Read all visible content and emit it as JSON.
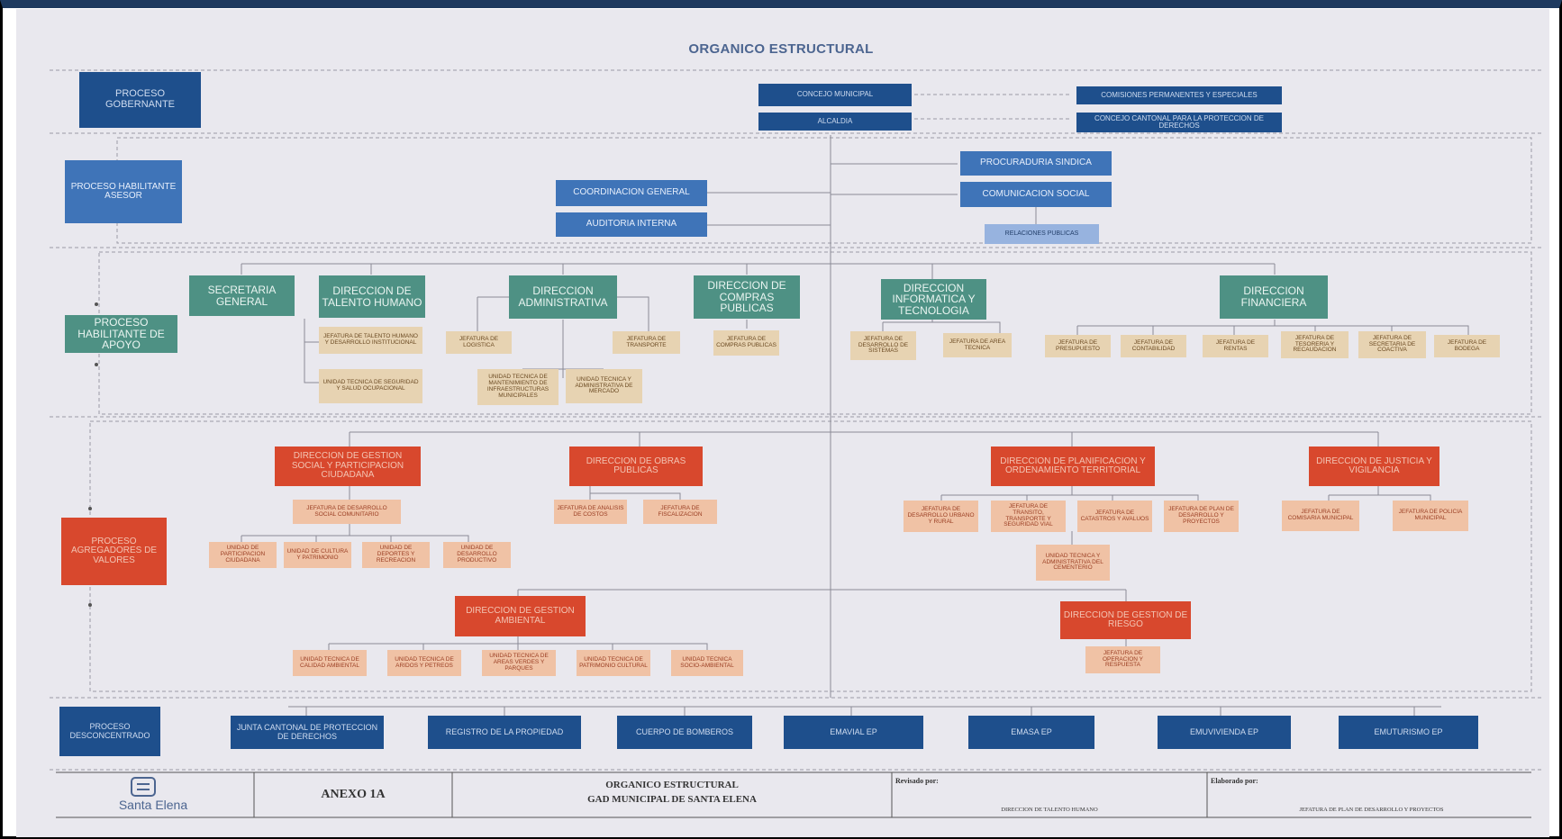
{
  "title": "ORGANICO ESTRUCTURAL",
  "processes": {
    "gobernante": "PROCESO GOBERNANTE",
    "asesor": "PROCESO HABILITANTE ASESOR",
    "apoyo": "PROCESO HABILITANTE DE APOYO",
    "agregadores": "PROCESO AGREGADORES DE VALORES",
    "desconcentrado": "PROCESO DESCONCENTRADO"
  },
  "gobernante": {
    "concejo": "CONCEJO MUNICIPAL",
    "alcaldia": "ALCALDIA",
    "comisiones": "COMISIONES PERMANENTES Y ESPECIALES",
    "consejo_cantonal": "CONCEJO CANTONAL PARA LA PROTECCION DE DERECHOS"
  },
  "asesor": {
    "coordinacion": "COORDINACION GENERAL",
    "auditoria": "AUDITORIA INTERNA",
    "procuraduria": "PROCURADURIA SINDICA",
    "comunicacion": "COMUNICACION SOCIAL",
    "relaciones": "RELACIONES PUBLICAS"
  },
  "apoyo": {
    "secretaria": "SECRETARIA GENERAL",
    "talento": "DIRECCION DE TALENTO HUMANO",
    "talento_subs": [
      "JEFATURA DE TALENTO HUMANO Y DESARROLLO INSTITUCIONAL",
      "UNIDAD TECNICA DE SEGURIDAD Y SALUD OCUPACIONAL"
    ],
    "administrativa": "DIRECCION ADMINISTRATIVA",
    "administrativa_subs": [
      "JEFATURA DE LOGISTICA",
      "JEFATURA DE TRANSPORTE",
      "UNIDAD TECNICA DE MANTENIMIENTO DE INFRAESTRUCTURAS MUNICIPALES",
      "UNIDAD TECNICA Y ADMINISTRATIVA DE MERCADO"
    ],
    "compras": "DIRECCION DE COMPRAS PUBLICAS",
    "compras_subs": [
      "JEFATURA DE COMPRAS PUBLICAS"
    ],
    "informatica": "DIRECCION INFORMATICA Y TECNOLOGIA",
    "informatica_subs": [
      "JEFATURA DE DESARROLLO DE SISTEMAS",
      "JEFATURA DE AREA TECNICA"
    ],
    "financiera": "DIRECCION FINANCIERA",
    "financiera_subs": [
      "JEFATURA DE PRESUPUESTO",
      "JEFATURA DE CONTABILIDAD",
      "JEFATURA DE RENTAS",
      "JEFATURA DE TESORERIA Y RECAUDACION",
      "JEFATURA DE SECRETARIA DE COACTIVA",
      "JEFATURA DE BODEGA"
    ]
  },
  "agregadores": {
    "gestion_social": "DIRECCION DE GESTION SOCIAL Y PARTICIPACION CIUDADANA",
    "gestion_social_jefatura": "JEFATURA DE DESARROLLO SOCIAL COMUNITARIO",
    "gestion_social_subs": [
      "UNIDAD DE PARTICIPACION CIUDADANA",
      "UNIDAD DE CULTURA Y PATRIMONIO",
      "UNIDAD DE DEPORTES Y RECREACION",
      "UNIDAD DE DESARROLLO PRODUCTIVO"
    ],
    "obras": "DIRECCION DE OBRAS PUBLICAS",
    "obras_subs": [
      "JEFATURA DE ANALISIS DE COSTOS",
      "JEFATURA DE FISCALIZACION"
    ],
    "planificacion": "DIRECCION DE PLANIFICACION Y ORDENAMIENTO TERRITORIAL",
    "planificacion_subs": [
      "JEFATURA DE DESARROLLO URBANO Y RURAL",
      "JEFATURA DE TRANSITO, TRANSPORTE Y SEGURIDAD VIAL",
      "JEFATURA DE CATASTROS Y AVALUOS",
      "JEFATURA DE PLAN DE DESARROLLO Y PROYECTOS"
    ],
    "planificacion_unidad": "UNIDAD TECNICA Y ADMINISTRATIVA DEL CEMENTERIO",
    "justicia": "DIRECCION DE JUSTICIA Y VIGILANCIA",
    "justicia_subs": [
      "JEFATURA DE COMISARIA MUNICIPAL",
      "JEFATURA DE POLICIA MUNICIPAL"
    ],
    "ambiental": "DIRECCION DE GESTION AMBIENTAL",
    "ambiental_subs": [
      "UNIDAD TECNICA DE CALIDAD AMBIENTAL",
      "UNIDAD TECNICA DE ARIDOS Y PETREOS",
      "UNIDAD TECNICA DE AREAS VERDES Y PARQUES",
      "UNIDAD TECNICA DE PATRIMONIO CULTURAL",
      "UNIDAD TECNICA SOCIO-AMBIENTAL"
    ],
    "riesgo": "DIRECCION DE GESTION DE RIESGO",
    "riesgo_subs": [
      "JEFATURA DE OPERACION Y RESPUESTA"
    ]
  },
  "desconcentrado": [
    "JUNTA CANTONAL DE PROTECCION DE DERECHOS",
    "REGISTRO DE LA PROPIEDAD",
    "CUERPO DE BOMBEROS",
    "EMAVIAL EP",
    "EMASA EP",
    "EMUVIVIENDA EP",
    "EMUTURISMO EP"
  ],
  "footer": {
    "logo_text": "Santa Elena",
    "anexo": "ANEXO 1A",
    "doc_title_1": "ORGANICO ESTRUCTURAL",
    "doc_title_2": "GAD MUNICIPAL DE SANTA ELENA",
    "revisado_label": "Revisado por:",
    "revisado_value": "DIRECCION DE TALENTO HUMANO",
    "elaborado_label": "Elaborado por:",
    "elaborado_value": "JEFATURA DE PLAN DE DESARROLLO Y PROYECTOS"
  },
  "colors": {
    "navy": "#1e4f8c",
    "blue": "#3f74b8",
    "teal": "#4e9184",
    "tan": "#e7d3b2",
    "red": "#d8482d",
    "salmon": "#f0c2a5"
  }
}
